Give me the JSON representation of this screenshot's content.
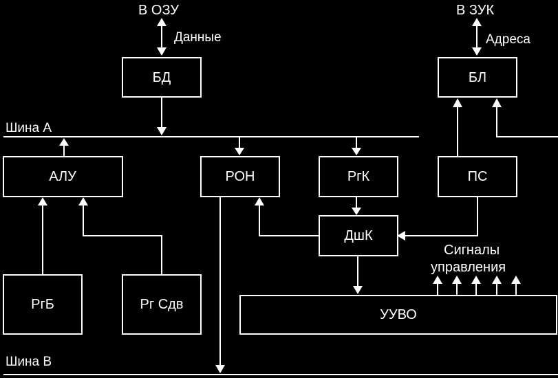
{
  "diagram": {
    "labels": {
      "to_ozu": "В ОЗУ",
      "data": "Данные",
      "to_zuk": "В ЗУК",
      "addresses": "Адреса",
      "bus_a": "Шина А",
      "bus_b": "Шина В",
      "signals_line1": "Сигналы",
      "signals_line2": "управления"
    },
    "blocks": {
      "bd": "БД",
      "bl": "БЛ",
      "alu": "АЛУ",
      "ron": "РОН",
      "rgk": "РгК",
      "ps": "ПС",
      "dshk": "ДшК",
      "rgb": "РгБ",
      "rgsdv": "Рг Сдв",
      "uuvo": "УУВО"
    }
  }
}
